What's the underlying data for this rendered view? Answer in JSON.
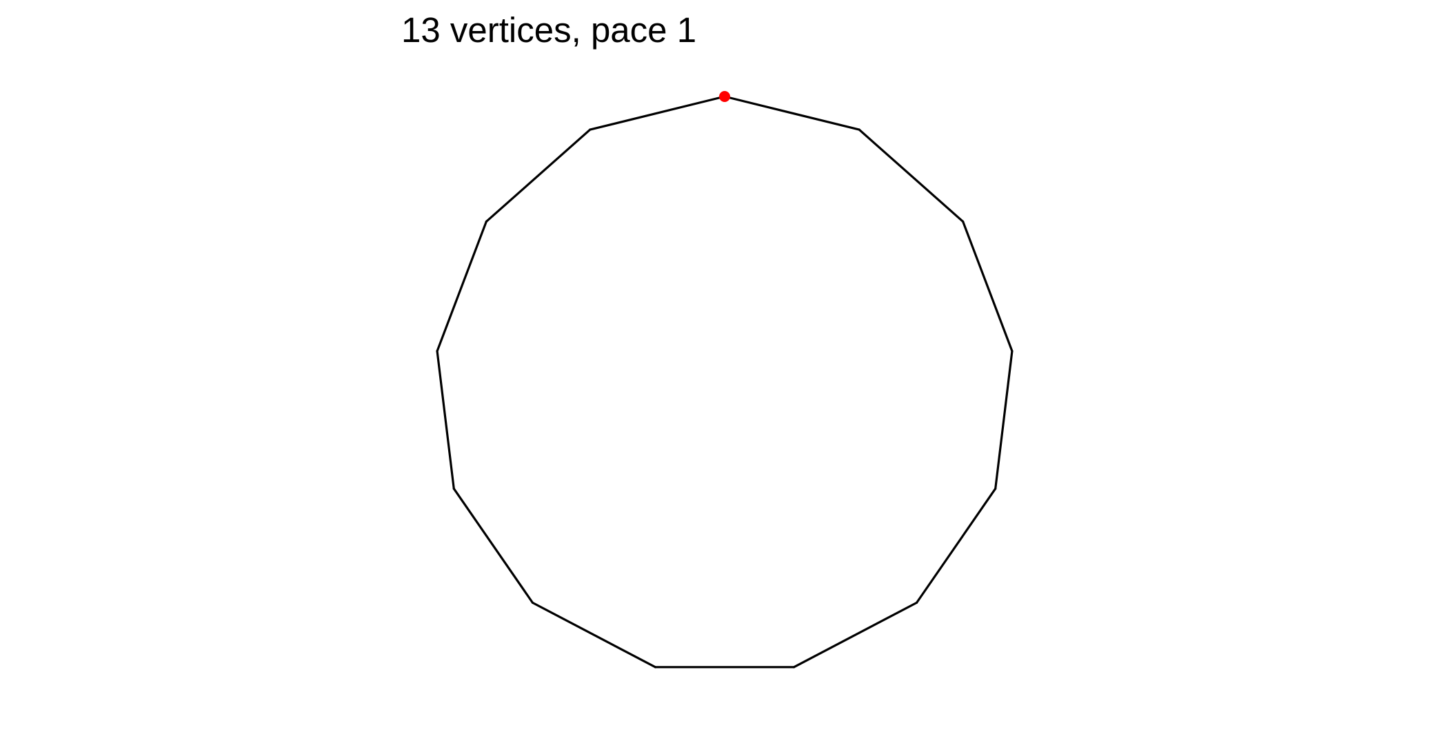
{
  "title": "13 vertices, pace 1",
  "polygon": {
    "vertices": 13,
    "pace": 1,
    "start_vertex": 0
  },
  "colors": {
    "background": "#ffffff",
    "edge": "#000000",
    "start_marker": "#ff0000"
  }
}
